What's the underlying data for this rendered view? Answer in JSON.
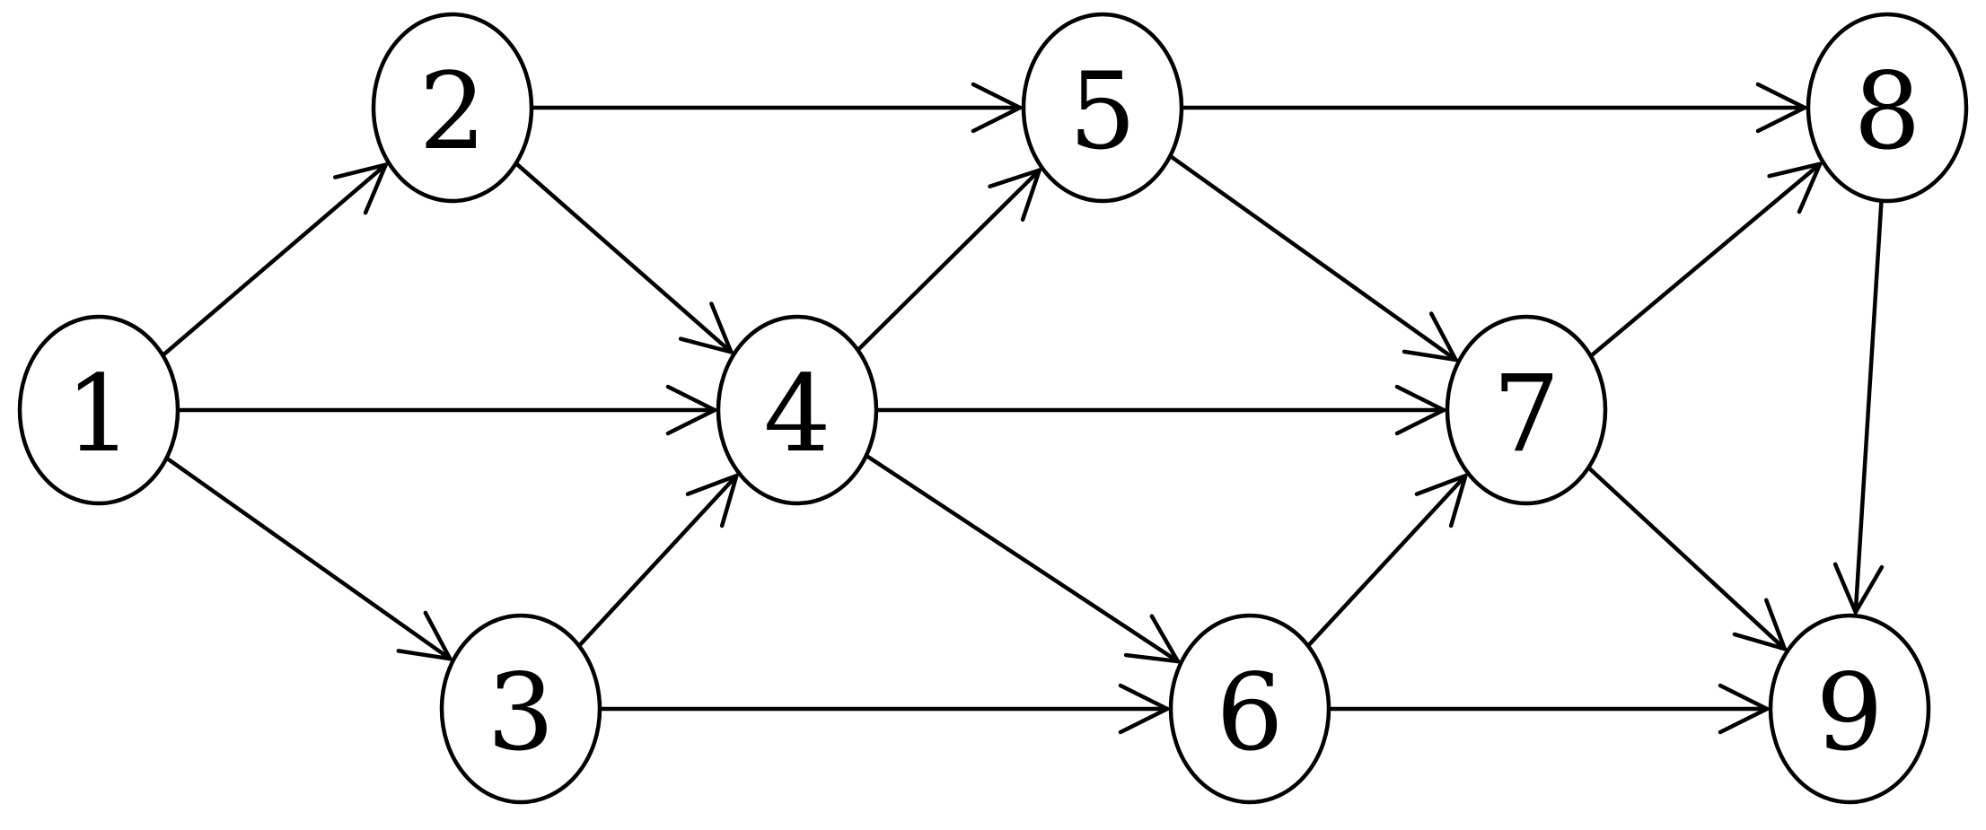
{
  "diagram": {
    "nodes": [
      {
        "id": "1",
        "label": "1"
      },
      {
        "id": "2",
        "label": "2"
      },
      {
        "id": "3",
        "label": "3"
      },
      {
        "id": "4",
        "label": "4"
      },
      {
        "id": "5",
        "label": "5"
      },
      {
        "id": "6",
        "label": "6"
      },
      {
        "id": "7",
        "label": "7"
      },
      {
        "id": "8",
        "label": "8"
      },
      {
        "id": "9",
        "label": "9"
      }
    ],
    "edges": [
      {
        "from": "1",
        "to": "2"
      },
      {
        "from": "1",
        "to": "4"
      },
      {
        "from": "1",
        "to": "3"
      },
      {
        "from": "2",
        "to": "5"
      },
      {
        "from": "2",
        "to": "4"
      },
      {
        "from": "3",
        "to": "4"
      },
      {
        "from": "3",
        "to": "6"
      },
      {
        "from": "4",
        "to": "5"
      },
      {
        "from": "4",
        "to": "7"
      },
      {
        "from": "4",
        "to": "6"
      },
      {
        "from": "5",
        "to": "8"
      },
      {
        "from": "5",
        "to": "7"
      },
      {
        "from": "6",
        "to": "7"
      },
      {
        "from": "6",
        "to": "9"
      },
      {
        "from": "7",
        "to": "8"
      },
      {
        "from": "7",
        "to": "9"
      },
      {
        "from": "8",
        "to": "9"
      }
    ],
    "colors": {
      "stroke": "#000000",
      "background": "#ffffff"
    }
  }
}
